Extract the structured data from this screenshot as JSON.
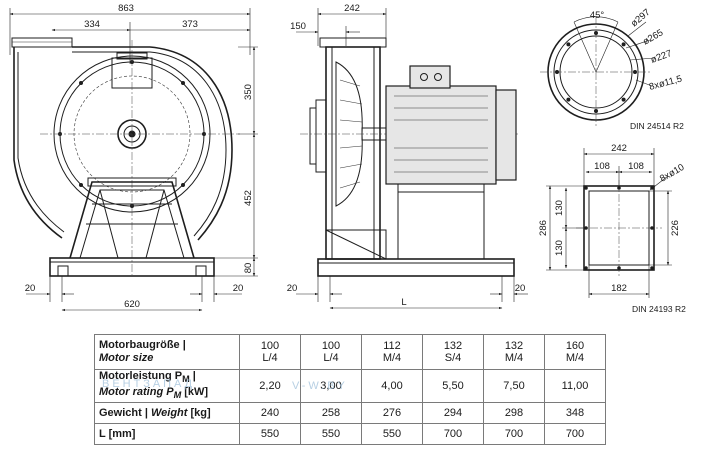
{
  "dimensions": {
    "overall_width": "863",
    "inlet_offset": "334",
    "outlet_offset": "373",
    "housing_height_upper": "350",
    "housing_height_lower": "452",
    "base_height": "80",
    "base_margin_left": "20",
    "base_margin_right": "20",
    "base_width": "620",
    "side_width": "242",
    "side_flange": "150",
    "side_margin_left": "20",
    "side_margin_right": "20",
    "side_length": "L",
    "angle": "45°",
    "dia_297": "ø297",
    "dia_265": "ø265",
    "dia_227": "ø227",
    "holes_round": "8xø11,5",
    "flange_width": "242",
    "flange_pitch_left": "108",
    "flange_pitch_right": "108",
    "holes_square": "8xø10",
    "flange_height": "286",
    "flange_upper": "130",
    "flange_lower": "130",
    "flange_inner": "226",
    "flange_opening": "182"
  },
  "references": {
    "round_flange": "DIN 24514 R2",
    "square_flange": "DIN 24193 R2"
  },
  "table": {
    "rows": [
      {
        "label_de": "Motorbaugröße |",
        "label_en": "Motor size",
        "values": [
          [
            "100",
            "L/4"
          ],
          [
            "100",
            "L/4"
          ],
          [
            "112",
            "M/4"
          ],
          [
            "132",
            "S/4"
          ],
          [
            "132",
            "M/4"
          ],
          [
            "160",
            "M/4"
          ]
        ]
      },
      {
        "label_de": "Motorleistung P",
        "label_de_sub": "M",
        "label_de_end": " |",
        "label_en": "Motor rating P",
        "label_en_sub": "M",
        "label_en_end": " [kW]",
        "values": [
          "2,20",
          "3,00",
          "4,00",
          "5,50",
          "7,50",
          "11,00"
        ]
      },
      {
        "label_de": "Gewicht | ",
        "label_en": "Weight",
        "label_end": " [kg]",
        "values": [
          "240",
          "258",
          "276",
          "294",
          "298",
          "348"
        ]
      },
      {
        "label_de": "L [mm]",
        "values": [
          "550",
          "550",
          "550",
          "700",
          "700",
          "700"
        ]
      }
    ]
  },
  "watermark": {
    "left": "ВЕНТЗАПАД",
    "right": "V-W.BY"
  }
}
